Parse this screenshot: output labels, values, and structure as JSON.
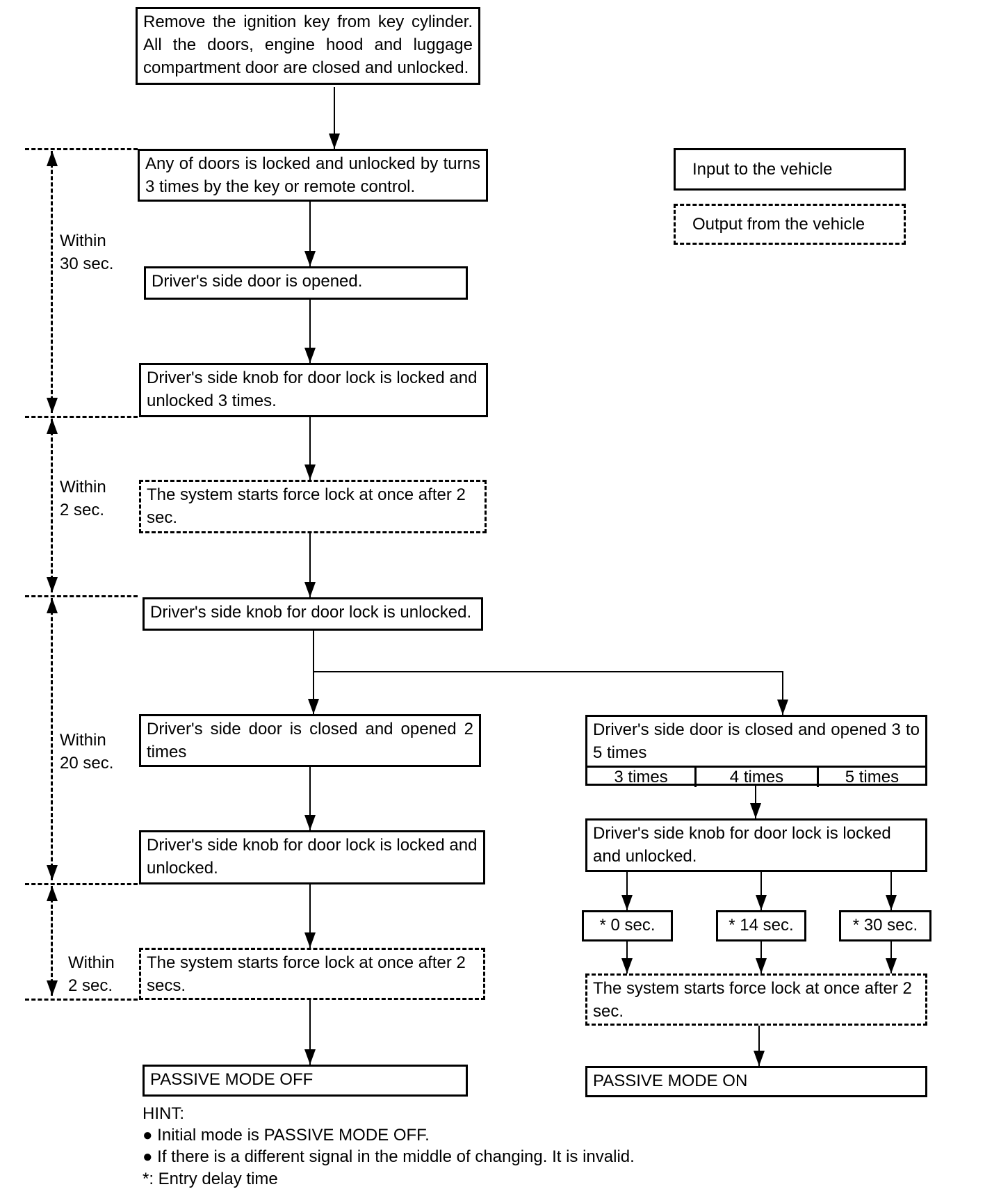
{
  "legend": {
    "input": "Input to the vehicle",
    "output": "Output from the vehicle"
  },
  "timeline": {
    "segments": [
      {
        "label": "Within 30 sec."
      },
      {
        "label": "Within 2 sec."
      },
      {
        "label": "Within 20 sec."
      },
      {
        "label": "Within 2 sec."
      }
    ]
  },
  "flow_left": {
    "start": "Remove the ignition key from key cylinder. All the doors, engine hood and luggage compartment door are closed and unlocked.",
    "step1": "Any of doors is locked and unlocked by turns 3 times by the key or remote control.",
    "step2": "Driver's side door is opened.",
    "step3": "Driver's side knob for door lock is locked and unlocked 3 times.",
    "step4": "The system starts force lock at once after 2 sec.",
    "step5": "Driver's side knob for door lock is unlocked.",
    "step6": "Driver's side door is closed and opened 2 times",
    "step7": "Driver's side knob for door lock is locked and unlocked.",
    "step8": "The system starts force lock at once after 2 secs.",
    "result": "PASSIVE MODE OFF"
  },
  "flow_right": {
    "step1": "Driver's side door is closed and opened 3 to 5 times",
    "step1_options": [
      "3 times",
      "4 times",
      "5 times"
    ],
    "step2": "Driver's side knob for door lock is locked and unlocked.",
    "delays": [
      "* 0 sec.",
      "* 14 sec.",
      "* 30 sec."
    ],
    "step3": "The system starts force lock at once after 2 sec.",
    "result": "PASSIVE MODE ON"
  },
  "hint": {
    "title": "HINT:",
    "bullet": "●",
    "items": [
      "Initial mode is PASSIVE MODE OFF.",
      "If there is a different signal in the middle of changing. It is invalid."
    ],
    "note": "*: Entry delay time"
  }
}
